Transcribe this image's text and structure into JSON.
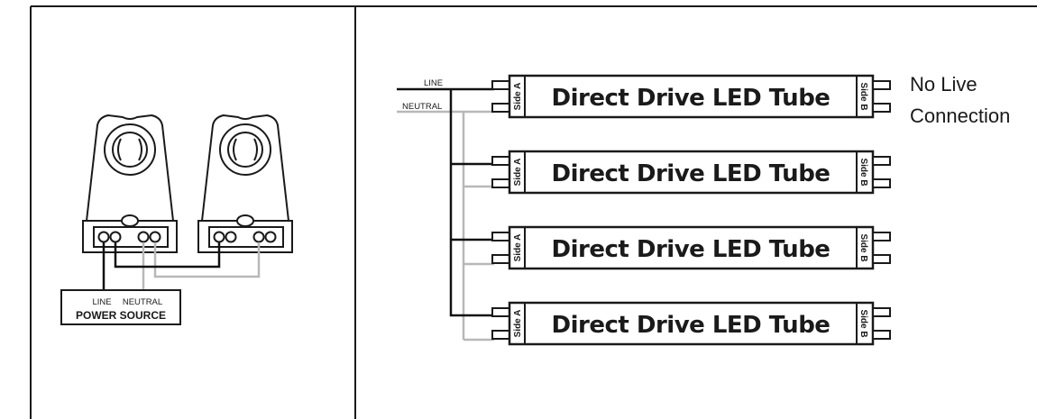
{
  "left_panel": {
    "power_source": {
      "title": "POWER SOURCE",
      "line_label": "LINE",
      "neutral_label": "NEUTRAL"
    }
  },
  "right_panel": {
    "input_labels": {
      "line": "LINE",
      "neutral": "NEUTRAL"
    },
    "tubes": [
      {
        "label": "Direct Drive LED Tube",
        "side_a": "Side A",
        "side_b": "Side B"
      },
      {
        "label": "Direct Drive LED Tube",
        "side_a": "Side A",
        "side_b": "Side B"
      },
      {
        "label": "Direct Drive LED Tube",
        "side_a": "Side A",
        "side_b": "Side B"
      },
      {
        "label": "Direct Drive LED Tube",
        "side_a": "Side A",
        "side_b": "Side B"
      }
    ],
    "note": {
      "line1": "No Live",
      "line2": "Connection"
    }
  },
  "colors": {
    "line_wire": "#111111",
    "neutral_wire": "#b8b8b8",
    "outline": "#1a1a1a"
  }
}
